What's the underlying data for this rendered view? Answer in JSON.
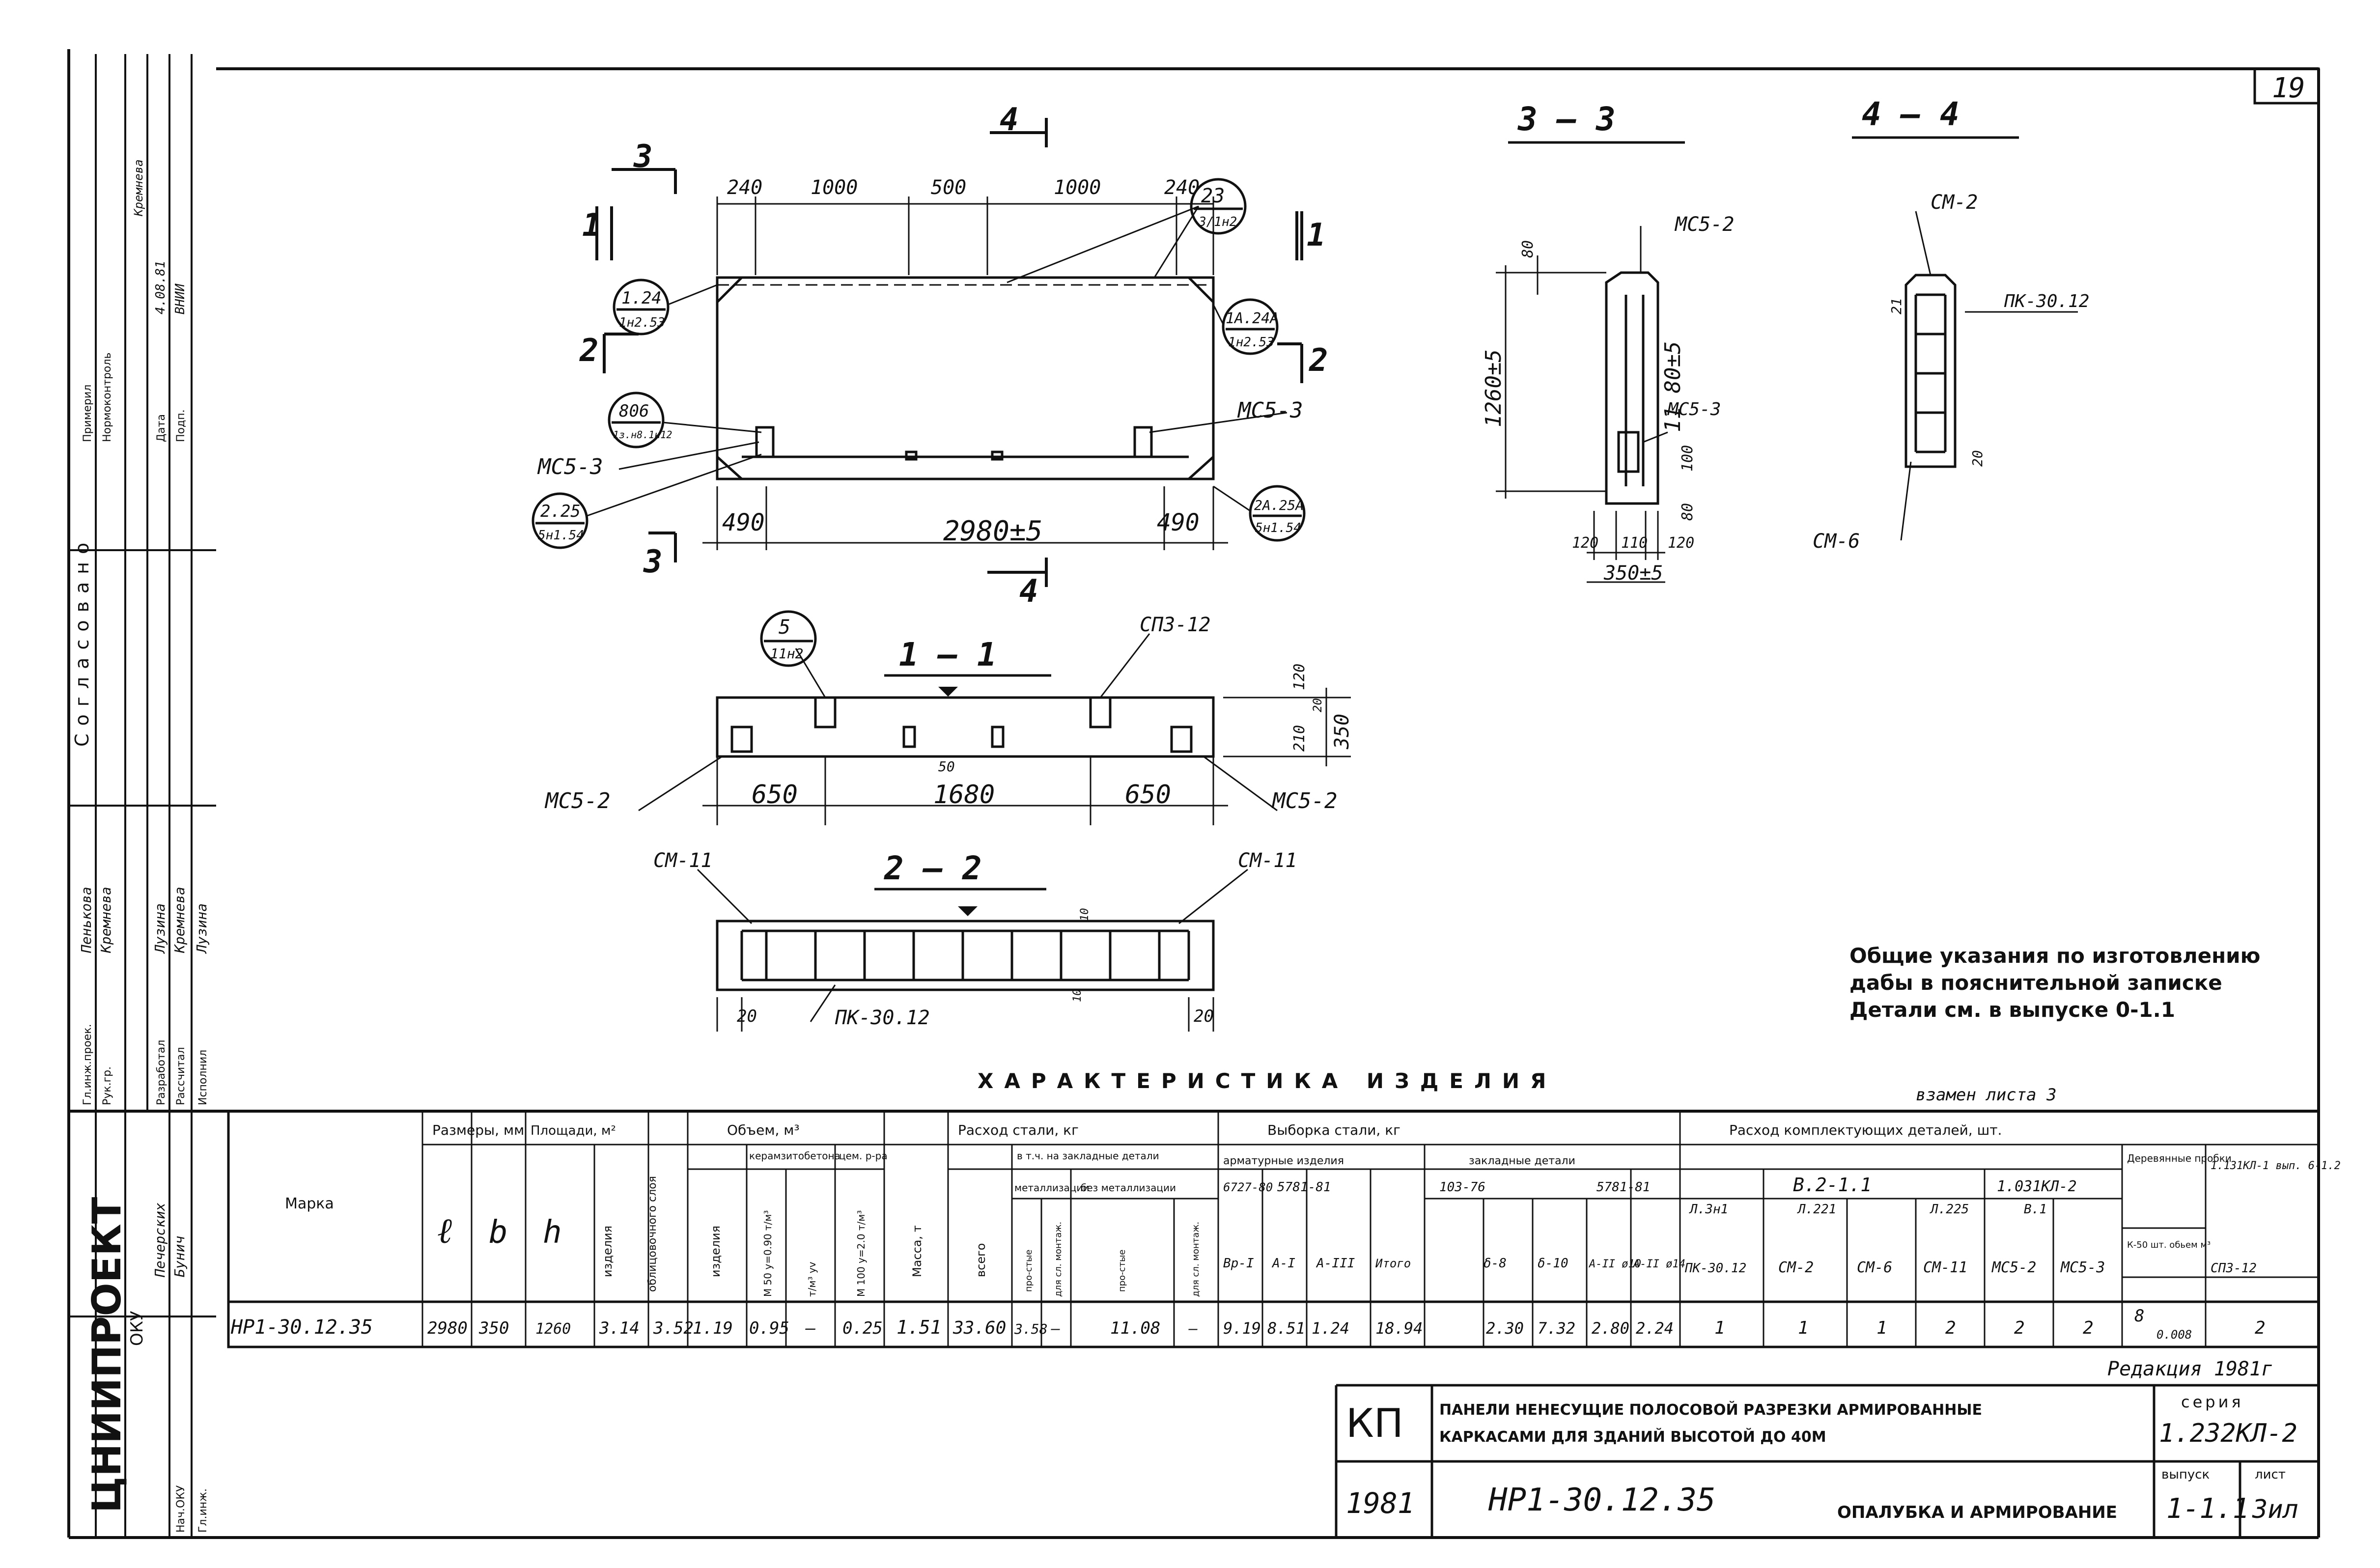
{
  "sheet": {
    "sheet_mark": "19",
    "edition": "Редакция 1981г",
    "replaces": "взамен листа 3"
  },
  "sidebar": {
    "agreed": "Согласовано",
    "organization": "ЦНИИПРОЕКТ",
    "department": "ОКУ",
    "roles": [
      "Гл.инж.проек.",
      "Рук.гр.",
      "Разработал",
      "Рассчитал",
      "Исполнил"
    ],
    "names": [
      "Пенькова",
      "Кремнева",
      "Лузина",
      "Кремнева",
      "Лузина"
    ],
    "roles2": [
      "Нач.ОКУ",
      "Гл.инж."
    ],
    "names2": [
      "Печерских",
      "Бунич"
    ],
    "top_roles": [
      "Примерил",
      "Нормоконтроль",
      "Дата",
      "Подп."
    ],
    "top_names": [
      "Кремнева"
    ],
    "date_entry": "4.08.81",
    "dept_entry": "ВНИИ"
  },
  "views": {
    "elevation": {
      "top_dims": [
        "240",
        "1000",
        "500",
        "1000",
        "240"
      ],
      "bottom_dims": [
        "490",
        "2980±5",
        "490"
      ],
      "callouts": [
        {
          "n": "23",
          "ref": "3/1н2"
        },
        {
          "n": "1.24",
          "ref": "1н2.53"
        },
        {
          "n": "1А.24А",
          "ref": "1н2.53"
        },
        {
          "n": "806",
          "ref": "1з.н8.1н12"
        },
        {
          "n": "2.25",
          "ref": "5н1.54"
        },
        {
          "n": "2А.25А",
          "ref": "5н1.54"
        }
      ],
      "labels": [
        "МС5-3",
        "МС5-3"
      ],
      "section_marks": [
        "1",
        "1",
        "2",
        "2",
        "3",
        "3",
        "4",
        "4"
      ]
    },
    "section_33": {
      "title": "3 — 3",
      "labels": [
        "МС5-2",
        "МС5-3"
      ],
      "dims_v": [
        "80",
        "1260±5",
        "11 80±5",
        "100",
        "80"
      ],
      "dims_h": [
        "120",
        "110",
        "120",
        "350±5"
      ]
    },
    "section_44": {
      "title": "4 — 4",
      "labels": [
        "СМ-2",
        "ПК-30.12",
        "СМ-6"
      ],
      "dims": [
        "21",
        "20"
      ]
    },
    "section_11": {
      "title": "1 — 1",
      "callout": {
        "n": "5",
        "ref": "11н2"
      },
      "labels": [
        "СПЗ-12",
        "МС5-2",
        "МС5-2"
      ],
      "dims_h": [
        "650",
        "1680",
        "650"
      ],
      "dims_v": [
        "120",
        "210",
        "20",
        "350"
      ],
      "small": "50"
    },
    "section_22": {
      "title": "2 — 2",
      "labels": [
        "СМ-11",
        "СМ-11",
        "ПК-30.12"
      ],
      "dims": [
        "20",
        "20",
        "10",
        "10"
      ]
    }
  },
  "notes": [
    "Общие указания по изготовлению",
    "дабы в пояснительной записке",
    "Детали см. в выпуске 0-1.1"
  ],
  "table": {
    "title": "ХАРАКТЕРИСТИКА ИЗДЕЛИЯ",
    "headers": {
      "mark": "Марка",
      "sizes": "Размеры, мм",
      "l": "ℓ",
      "b": "b",
      "h": "h",
      "areas": "Площади, м²",
      "area_item": "изделия",
      "area_clad": "облицовочного слоя",
      "volume": "Объем, м³",
      "vol_item": "изделия",
      "vol_keram": "керамзитобетона",
      "vol_k1": "М 50 у=0.90 т/м³",
      "vol_k2": "т/м³ уv",
      "vol_cem": "цем. р-ра",
      "vol_cem1": "М 100 у=2.0 т/м³",
      "mass": "Масса, т",
      "steel": "Расход стали, кг",
      "steel_total": "всего",
      "steel_incl": "в т.ч. на закладные детали",
      "steel_met": "металлизации",
      "steel_nomet": "без металлизации",
      "steel_plain": "про-стые",
      "steel_mont": "для сл. монтаж.",
      "steel_plain2": "про-стые",
      "steel_mont2": "для сл. монтаж.",
      "sel": "Выборка стали, кг",
      "arm": "арматурные изделия",
      "emb": "закладные детали",
      "std1": "6727-80",
      "std2": "5781-81",
      "std3": "103-76",
      "std4": "5781-81",
      "a_bri": "Вр-I",
      "a_ai": "А-I",
      "a_aiii": "А-III",
      "a_tot": "Итого",
      "e1": "δ-8",
      "e2": "δ-10",
      "e3": "А-II ø10",
      "e4": "А-II ø14",
      "parts": "Расход комплектующих деталей, шт.",
      "p_grp1": "В.2-1.1",
      "p_grp2": "1.031КЛ-2",
      "p_grp3": "Деревянные пробки",
      "p_grp4": "1.131КЛ-1 вып. 6-1.2",
      "p_sub1": "Л.3н1",
      "p_sub2": "Л.221",
      "p_sub3": "Л.225",
      "p_sub4": "В.1",
      "p_sub5": "К-50 шт. обьем м³",
      "c_pk": "ПК-30.12",
      "c_sm2": "СМ-2",
      "c_sm6": "СМ-6",
      "c_sm11": "СМ-11",
      "c_ms52": "МС5-2",
      "c_ms53": "МС5-3",
      "c_spz": "СПЗ-12"
    },
    "row": {
      "mark": "НР1-30.12.35",
      "l": "2980",
      "b": "350",
      "h": "1260",
      "area_item": "3.14",
      "area_clad": "3.52",
      "vol_item": "1.19",
      "vol_k1": "0.95",
      "vol_k2": "—",
      "vol_cem": "0.25",
      "mass": "1.51",
      "steel_total": "33.60",
      "steel_plain": "3.58",
      "steel_mont": "—",
      "steel_plain2": "11.08",
      "steel_mont2": "—",
      "a_bri": "9.19",
      "a_ai": "8.51",
      "a_aiii": "1.24",
      "a_tot": "18.94",
      "e1": "2.30",
      "e2": "7.32",
      "e3": "2.80",
      "e4": "2.24",
      "c_pk": "1",
      "c_sm2": "1",
      "c_sm6": "1",
      "c_sm11": "2",
      "c_ms52": "2",
      "c_ms53": "2",
      "c_plug": "8",
      "c_plug_vol": "0.008",
      "c_spz": "2"
    }
  },
  "title_block": {
    "code": "КП",
    "year": "1981",
    "title_line1": "ПАНЕЛИ НЕНЕСУЩИЕ ПОЛОСОВОЙ РАЗРЕЗКИ АРМИРОВАННЫЕ",
    "title_line2": "КАРКАСАМИ ДЛЯ ЗДАНИЙ ВЫСОТОЙ ДО 40М",
    "mark": "НР1-30.12.35",
    "subtitle": "ОПАЛУБКА И АРМИРОВАНИЕ",
    "series_label": "серия",
    "series": "1.232КЛ-2",
    "issue_label": "выпуск",
    "issue": "1-1.1",
    "sheet_label": "лист",
    "sheet": "3ил"
  }
}
